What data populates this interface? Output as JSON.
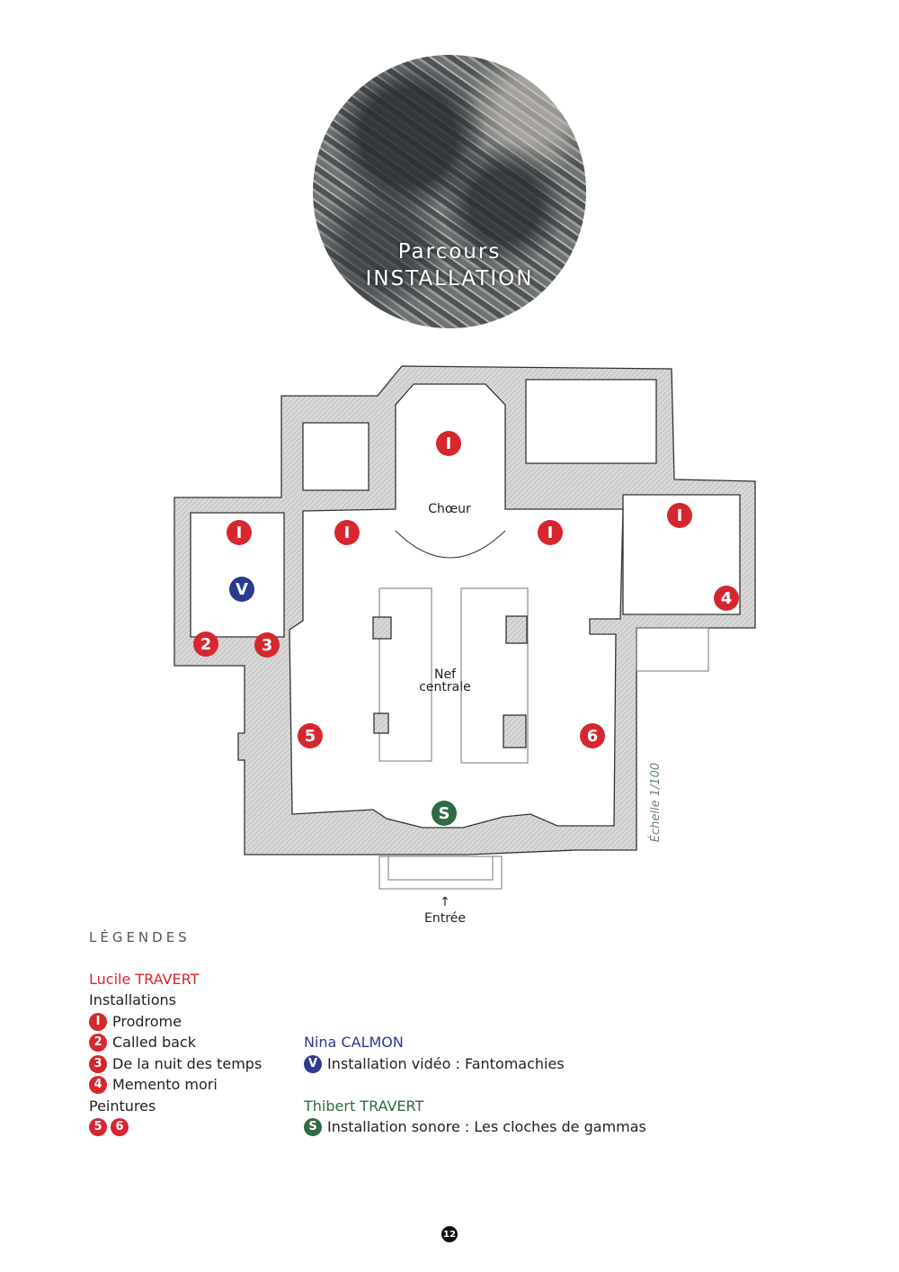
{
  "header": {
    "title_line1": "Parcours",
    "title_line2": "INSTALLATION"
  },
  "plan": {
    "labels": {
      "choeur": "Chœur",
      "nef_line1": "Nef",
      "nef_line2": "centrale",
      "entree_arrow": "↑",
      "entree": "Entrée",
      "scale": "Échelle 1/100"
    },
    "markers": [
      {
        "id": "I",
        "color": "#d7262e"
      },
      {
        "id": "I",
        "color": "#d7262e"
      },
      {
        "id": "I",
        "color": "#d7262e"
      },
      {
        "id": "I",
        "color": "#d7262e"
      },
      {
        "id": "I",
        "color": "#d7262e"
      },
      {
        "id": "V",
        "color": "#2b3a8f"
      },
      {
        "id": "2",
        "color": "#d7262e"
      },
      {
        "id": "3",
        "color": "#d7262e"
      },
      {
        "id": "4",
        "color": "#d7262e"
      },
      {
        "id": "5",
        "color": "#d7262e"
      },
      {
        "id": "6",
        "color": "#d7262e"
      },
      {
        "id": "S",
        "color": "#2f6b45"
      }
    ]
  },
  "legend": {
    "title": "LÉGENDES",
    "lucile": {
      "name": "Lucile TRAVERT",
      "color": "#d7262e",
      "installations": "Installations",
      "items": [
        {
          "badge": "I",
          "label": "Prodrome"
        },
        {
          "badge": "2",
          "label": "Called back"
        },
        {
          "badge": "3",
          "label": "De la nuit des temps"
        },
        {
          "badge": "4",
          "label": "Memento mori"
        }
      ],
      "peintures": "Peintures",
      "peintures_badges": [
        "5",
        "6"
      ]
    },
    "nina": {
      "name": "Nina CALMON",
      "color": "#2b3a8f",
      "badge": "V",
      "label": "Installation vidéo : Fantomachies"
    },
    "thibert": {
      "name": "Thibert TRAVERT",
      "color": "#2f6b45",
      "badge": "S",
      "label": "Installation sonore : Les cloches de gammas"
    }
  },
  "page_number": "12"
}
